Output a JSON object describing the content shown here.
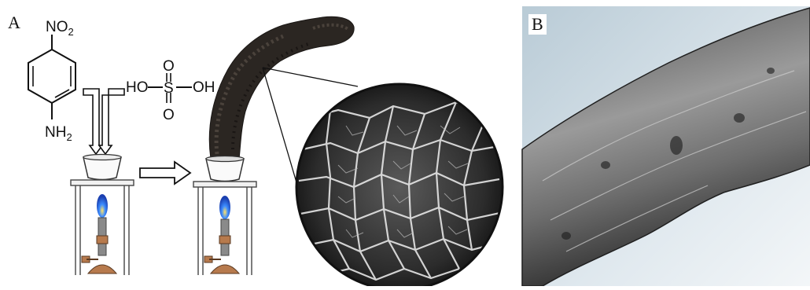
{
  "panels": {
    "a": {
      "label": "A"
    },
    "b": {
      "label": "B"
    }
  },
  "reactants": {
    "nitroaniline": {
      "top_group": "NO",
      "top_sub": "2",
      "bottom_group": "NH",
      "bottom_sub": "2"
    },
    "sulfuric_acid": {
      "left_oh": "HO",
      "center_atom": "S",
      "right_oh": "OH",
      "oxygen_top": "O",
      "oxygen_bottom": "O"
    }
  },
  "colors": {
    "carbon_foam": "#2b2622",
    "flame_blue": "#2f6fe0",
    "burner_copper": "#b77a4d",
    "sem_background": "#3a3a3a",
    "photo_sky": "#cfdde6"
  },
  "icons": [
    "benzene-ring-icon",
    "funnel-arrow-icon",
    "process-arrow-icon",
    "crucible-icon",
    "bunsen-burner-icon",
    "tripod-stand-icon",
    "carbon-snake-icon",
    "magnified-foam-icon"
  ]
}
